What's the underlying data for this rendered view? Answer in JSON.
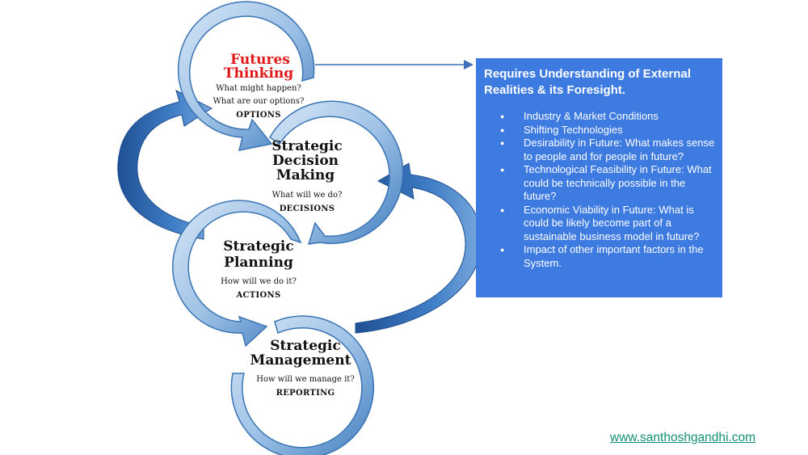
{
  "cycle": {
    "futures_thinking": {
      "title_line1": "Futures",
      "title_line2": "Thinking",
      "question1": "What might happen?",
      "question2": "What are our options?",
      "tag": "OPTIONS"
    },
    "decision_making": {
      "title_line1": "Strategic",
      "title_line2": "Decision",
      "title_line3": "Making",
      "question": "What will we do?",
      "tag": "DECISIONS"
    },
    "planning": {
      "title_line1": "Strategic",
      "title_line2": "Planning",
      "question": "How will we do  it?",
      "tag": "ACTIONS"
    },
    "management": {
      "title_line1": "Strategic",
      "title_line2": "Management",
      "question": "How will we manage it?",
      "tag": "REPORTING"
    }
  },
  "info_box": {
    "heading": "Requires Understanding of External Realities & its Foresight.",
    "bullets": [
      "Industry & Market Conditions",
      "Shifting Technologies",
      "Desirability in Future: What makes sense to people and for people in future?",
      "Technological Feasibility in Future: What could be technically possible in the future?",
      "Economic Viability in Future: What is could be likely become part of a sustainable business model in future?",
      "Impact of other important factors  in the System."
    ]
  },
  "footer": {
    "website": "www.santhoshgandhi.com"
  },
  "colors": {
    "ring_light": "#b9d3ec",
    "ring_dark": "#3a74b4",
    "arrow_dark": "#2a5fa3",
    "box_bg": "#3d7be0",
    "title_red": "#e01818",
    "link": "#148f77"
  }
}
